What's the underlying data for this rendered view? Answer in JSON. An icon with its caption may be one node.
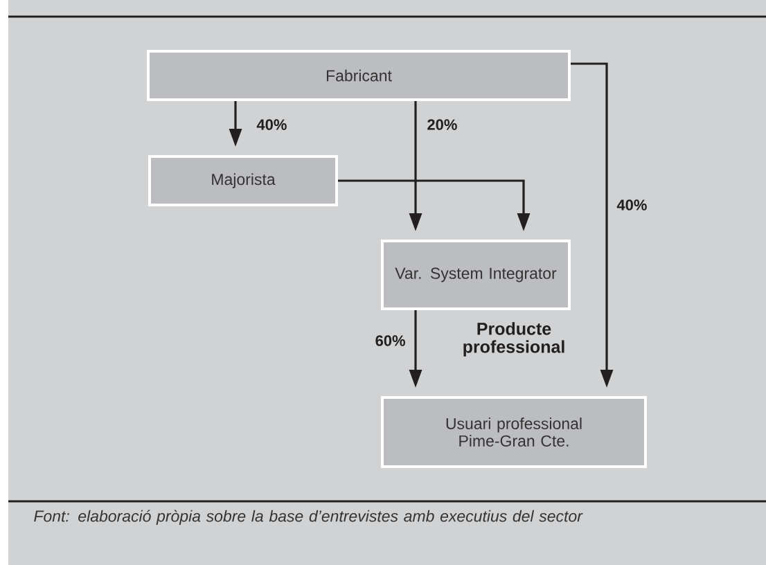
{
  "diagram": {
    "caption": "Font: elaboració pròpia sobre la base d’entrevistes amb executius del sector",
    "nodes": [
      {
        "text": [
          "Fabricant"
        ]
      },
      {
        "text": [
          "Majorista"
        ]
      },
      {
        "text": [
          "Var. System Integrator"
        ]
      },
      {
        "text": [
          "Usuari professional Pime-Gran Cte."
        ]
      }
    ],
    "edges": [
      {
        "from": 0,
        "to": 1,
        "arrow": "to",
        "label": "40%"
      },
      {
        "from": 0,
        "to": 2,
        "arrow": "to",
        "label": "20%"
      },
      {
        "from": 1,
        "to": 2,
        "arrow": "to"
      },
      {
        "from": 0,
        "to": 3,
        "arrow": "to",
        "label": "40%"
      },
      {
        "from": 2,
        "to": 3,
        "arrow": "to",
        "label": "60%"
      }
    ],
    "labels": [
      "Producte professional"
    ]
  }
}
